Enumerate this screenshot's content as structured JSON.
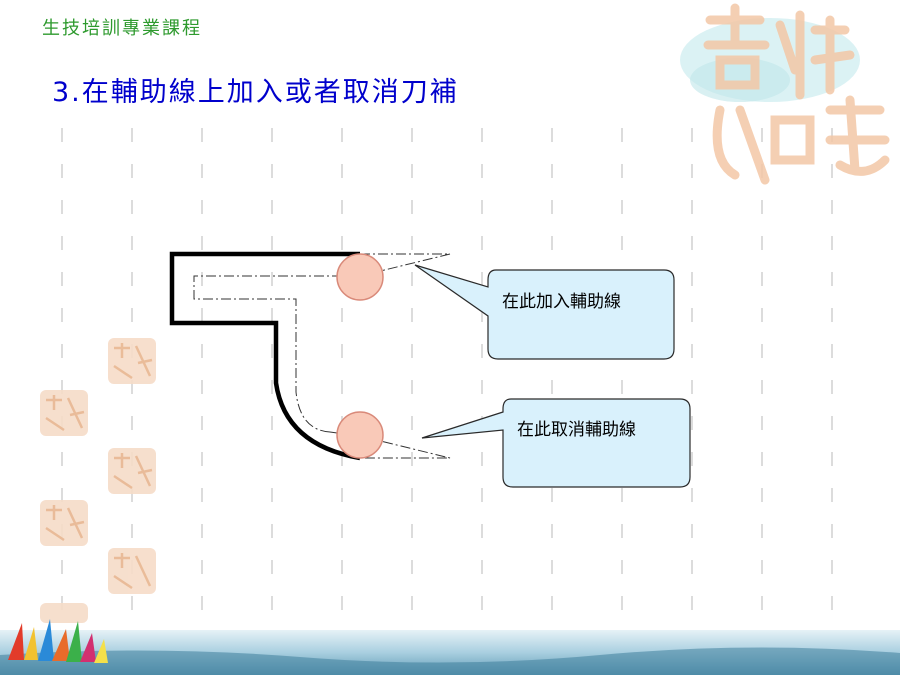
{
  "header": {
    "course_title": "生技培訓專業課程"
  },
  "slide": {
    "number": "3.",
    "title": "在輔助線上加入或者取消刀補"
  },
  "callouts": [
    {
      "text": "在此加入輔助線"
    },
    {
      "text": "在此取消輔助線"
    }
  ],
  "colors": {
    "course_title": "#2e9a2e",
    "slide_title": "#0000cc",
    "callout_fill": "#d9f1fc",
    "tool_circle_fill": "#f9c9b8",
    "tool_circle_stroke": "#d98a7a",
    "path_stroke": "#000000"
  }
}
